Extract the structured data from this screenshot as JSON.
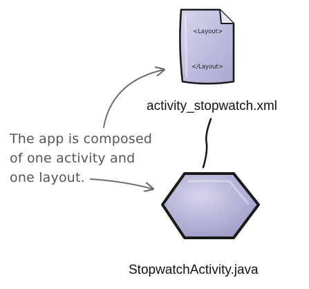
{
  "layout_file": {
    "filename": "activity_stopwatch.xml",
    "open_tag": "<Layout>",
    "close_tag": "</Layout>",
    "icon": "xml-document-icon"
  },
  "activity_file": {
    "filename": "StopwatchActivity.java",
    "icon": "java-activity-hexagon-icon"
  },
  "annotation": {
    "lines": [
      "The app is composed",
      "of one activity and",
      "one layout."
    ]
  },
  "colors": {
    "shape_fill": "#c6c4e2",
    "shape_fill_dark": "#9e9cc6",
    "outline": "#1a1a1a",
    "arrow": "#6e6e6e",
    "annotation_text": "#555555",
    "label_text": "#111111"
  }
}
